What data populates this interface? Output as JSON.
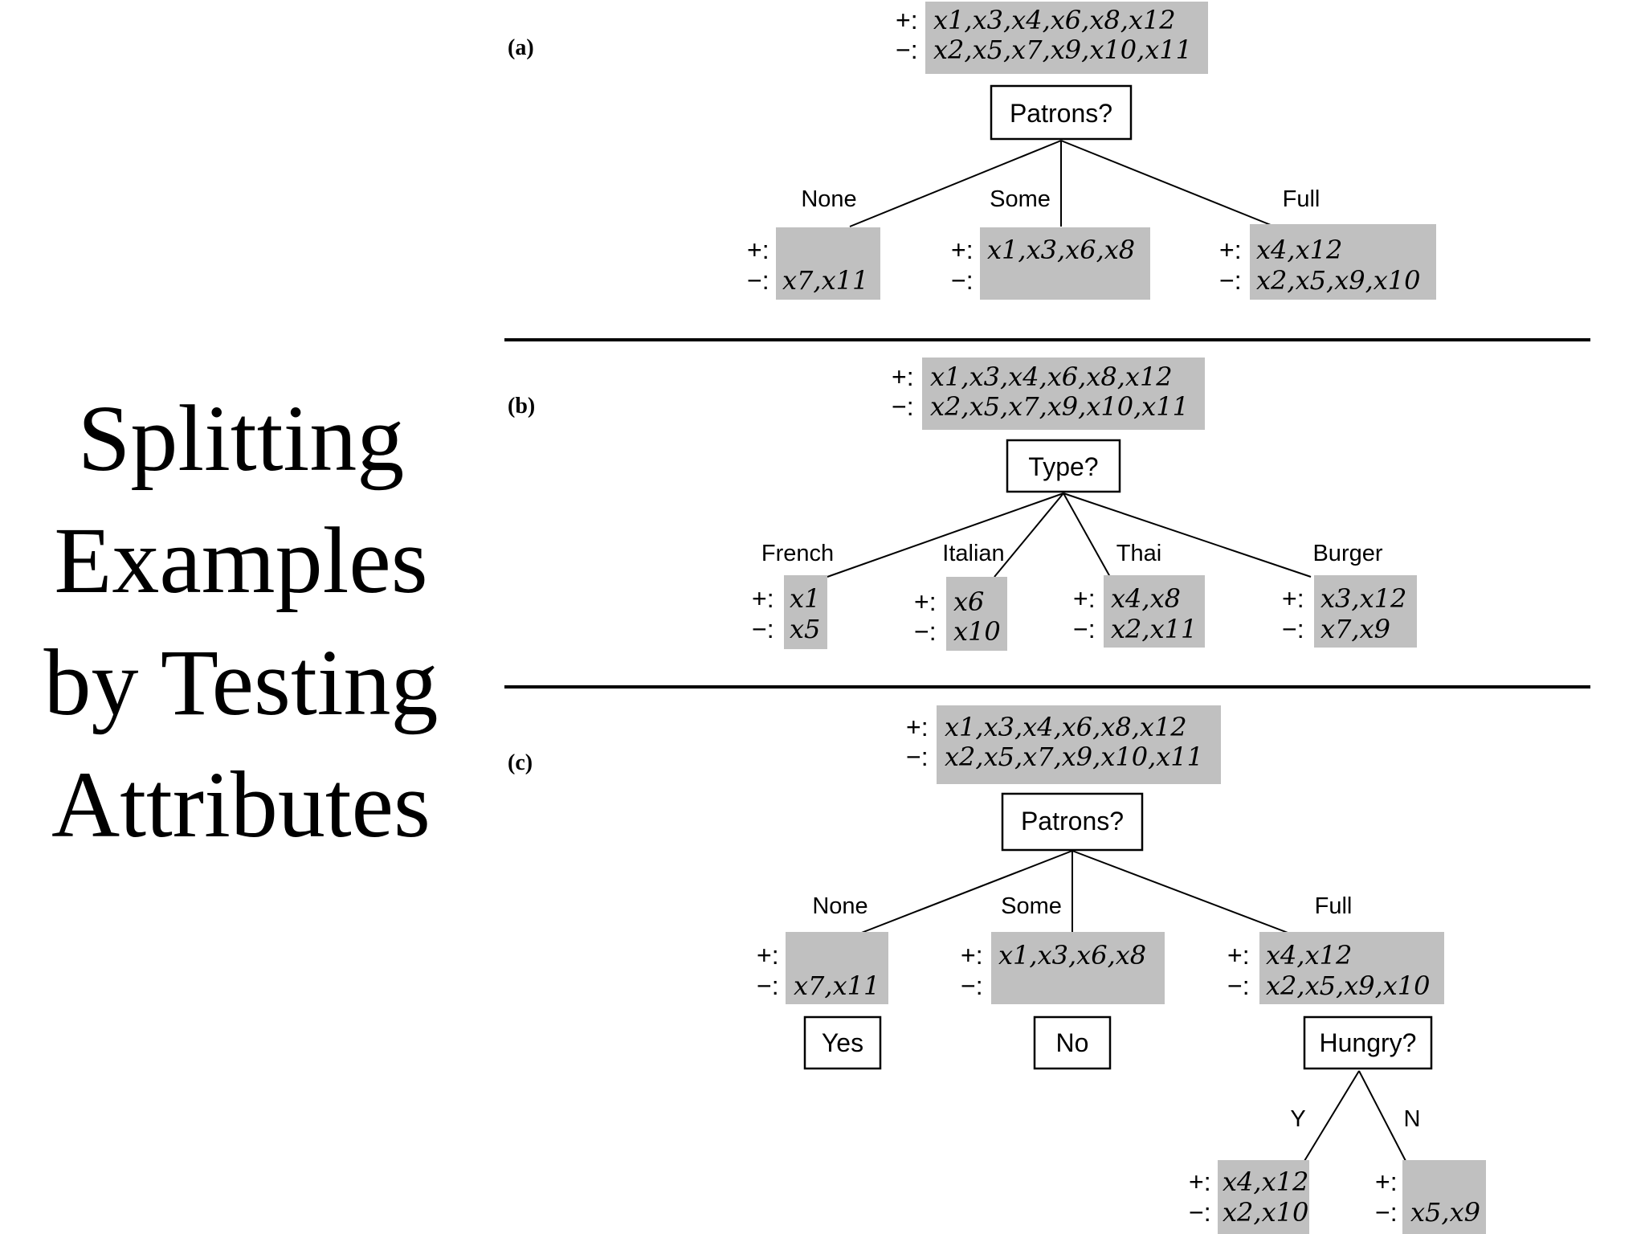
{
  "title_lines": [
    "Splitting",
    "Examples",
    "by Testing",
    "Attributes"
  ],
  "signs": {
    "pos": "+:",
    "neg": "−:"
  },
  "panels": {
    "a": {
      "label": "(a)",
      "root": {
        "pos": "x1,x3,x4,x6,x8,x12",
        "neg": "x2,x5,x7,x9,x10,x11"
      },
      "test": "Patrons?",
      "branches": [
        {
          "label": "None",
          "pos": "",
          "neg": "x7,x11"
        },
        {
          "label": "Some",
          "pos": "x1,x3,x6,x8",
          "neg": ""
        },
        {
          "label": "Full",
          "pos": "x4,x12",
          "neg": "x2,x5,x9,x10"
        }
      ]
    },
    "b": {
      "label": "(b)",
      "root": {
        "pos": "x1,x3,x4,x6,x8,x12",
        "neg": "x2,x5,x7,x9,x10,x11"
      },
      "test": "Type?",
      "branches": [
        {
          "label": "French",
          "pos": "x1",
          "neg": "x5"
        },
        {
          "label": "Italian",
          "pos": "x6",
          "neg": "x10"
        },
        {
          "label": "Thai",
          "pos": "x4,x8",
          "neg": "x2,x11"
        },
        {
          "label": "Burger",
          "pos": "x3,x12",
          "neg": "x7,x9"
        }
      ]
    },
    "c": {
      "label": "(c)",
      "root": {
        "pos": "x1,x3,x4,x6,x8,x12",
        "neg": "x2,x5,x7,x9,x10,x11"
      },
      "test": "Patrons?",
      "branches": [
        {
          "label": "None",
          "pos": "",
          "neg": "x7,x11",
          "leaf": "Yes"
        },
        {
          "label": "Some",
          "pos": "x1,x3,x6,x8",
          "neg": "",
          "leaf": "No"
        },
        {
          "label": "Full",
          "pos": "x4,x12",
          "neg": "x2,x5,x9,x10",
          "leaf": "Hungry?"
        }
      ],
      "subtree": [
        {
          "label": "Y",
          "pos": "x4,x12",
          "neg": "x2,x10"
        },
        {
          "label": "N",
          "pos": "",
          "neg": "x5,x9"
        }
      ]
    }
  }
}
